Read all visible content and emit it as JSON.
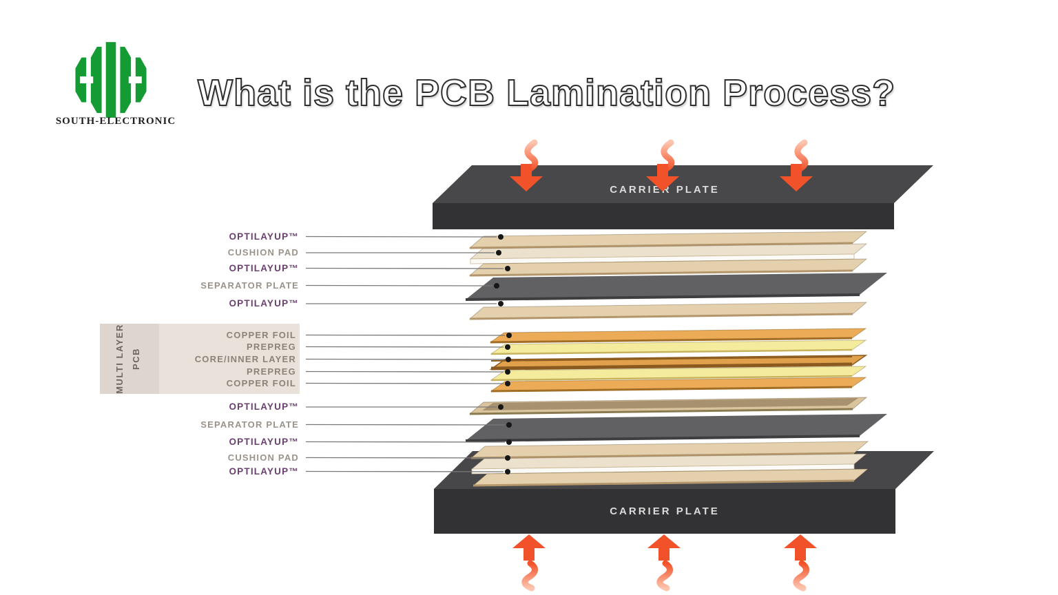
{
  "header": {
    "company": "SOUTH-ELECTRONIC",
    "title": "What is the PCB Lamination Process?"
  },
  "diagram": {
    "top_plate_label": "CARRIER PLATE",
    "bottom_plate_label": "CARRIER PLATE",
    "group_box": {
      "line1": "MULTI LAYER",
      "line2": "PCB"
    },
    "labels": [
      {
        "text": "OPTILAYUP™",
        "kind": "brand"
      },
      {
        "text": "CUSHION PAD",
        "kind": "plain"
      },
      {
        "text": "OPTILAYUP™",
        "kind": "brand"
      },
      {
        "text": "SEPARATOR PLATE",
        "kind": "plain"
      },
      {
        "text": "OPTILAYUP™",
        "kind": "brand"
      },
      {
        "text": "COPPER FOIL",
        "kind": "group"
      },
      {
        "text": "PREPREG",
        "kind": "group"
      },
      {
        "text": "CORE/INNER LAYER",
        "kind": "group"
      },
      {
        "text": "PREPREG",
        "kind": "group"
      },
      {
        "text": "COPPER FOIL",
        "kind": "group"
      },
      {
        "text": "OPTILAYUP™",
        "kind": "brand"
      },
      {
        "text": "SEPARATOR PLATE",
        "kind": "plain"
      },
      {
        "text": "OPTILAYUP™",
        "kind": "brand"
      },
      {
        "text": "CUSHION PAD",
        "kind": "plain"
      },
      {
        "text": "OPTILAYUP™",
        "kind": "brand"
      }
    ],
    "colors": {
      "logo_green": "#149b33",
      "brand_label": "#6b4070",
      "plain_label": "#9b938b",
      "carrier_plate_top": "#48484a",
      "carrier_plate_front": "#323234",
      "separator_plate": "#616163",
      "optilayup_sheet": "#e4d0ac",
      "cushion_pad": "#fbfaf6",
      "copper_foil": "#ecab57",
      "prepreg": "#f5eb9d",
      "core_inner": "#e1a04c",
      "arrow": "#f2522a"
    }
  }
}
